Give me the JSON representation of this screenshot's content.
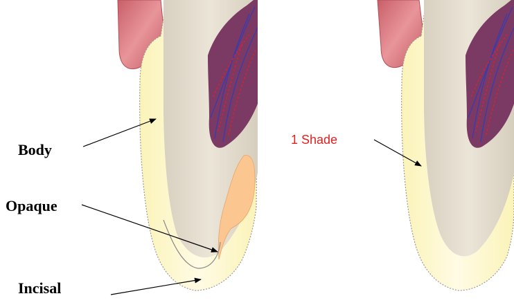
{
  "labels": {
    "body": "Body",
    "opaque": "Opaque",
    "incisal": "Incisal",
    "one_shade": "1 Shade"
  },
  "colors": {
    "gum": "#d4757a",
    "gum_dark": "#b94f58",
    "enamel": "#fbf5c2",
    "enamel_light": "#fffbe2",
    "dentin": "#e2dbcc",
    "dentin_shadow": "#c9c0ae",
    "pulp": "#7a3a63",
    "pulp_vessel_red": "#e0202a",
    "pulp_vessel_blue": "#3a3ab0",
    "opaque_layer": "#fcc691",
    "outline": "#8a8a8a",
    "arrow": "#000000",
    "shade_text": "#e02020",
    "label_text": "#000000"
  }
}
